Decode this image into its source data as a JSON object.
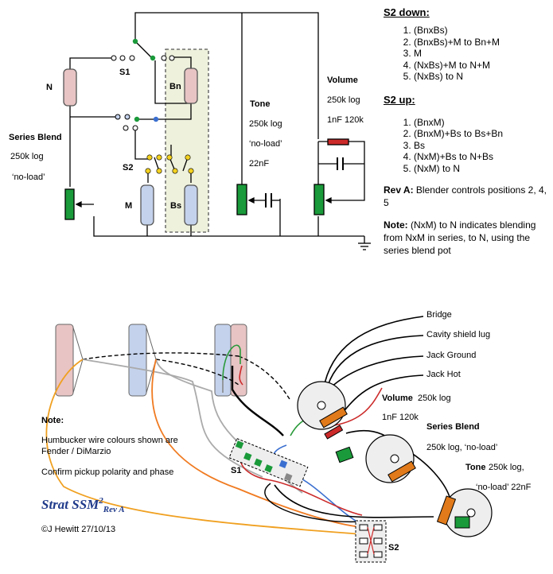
{
  "schematic": {
    "label_s1": "S1",
    "label_s2": "S2",
    "label_n": "N",
    "label_bn": "Bn",
    "label_m": "M",
    "label_bs": "Bs",
    "series_blend": {
      "title": "Series Blend",
      "line1": "250k log",
      "line2": "‘no-load’"
    },
    "tone": {
      "title": "Tone",
      "line1": "250k log",
      "line2": "‘no-load’",
      "line3": "22nF"
    },
    "volume": {
      "title": "Volume",
      "line1": "250k log",
      "line2": "1nF 120k"
    }
  },
  "side_panel": {
    "s2_down": {
      "heading": "S2 down:",
      "items": [
        "(BnxBs)",
        "(BnxBs)+M to Bn+M",
        "M",
        "(NxBs)+M to N+M",
        "(NxBs) to N"
      ]
    },
    "s2_up": {
      "heading": "S2 up:",
      "items": [
        "(BnxM)",
        "(BnxM)+Bs to Bs+Bn",
        "Bs",
        "(NxM)+Bs to N+Bs",
        "(NxM) to N"
      ]
    },
    "rev_a": {
      "label": "Rev A:",
      "text": "Blender controls positions 2, 4, 5"
    },
    "note": {
      "label": "Note:",
      "text": "(NxM) to N indicates blending from NxM in series, to N, using the series blend pot"
    }
  },
  "wiring": {
    "bridge": "Bridge",
    "cavity": "Cavity shield lug",
    "jack_ground": "Jack Ground",
    "jack_hot": "Jack Hot",
    "volume_title": "Volume",
    "volume_spec": "250k log",
    "volume_cap": "1nF 120k",
    "blend_title": "Series Blend",
    "blend_spec": "250k log, ‘no-load’",
    "tone_title": "Tone",
    "tone_spec": "250k log,",
    "tone_spec2": "‘no-load’ 22nF",
    "s1": "S1",
    "s2": "S2"
  },
  "notes": {
    "heading": "Note:",
    "line1": "Humbucker wire colours shown are",
    "line2": "Fender / DiMarzio",
    "line3": "Confirm pickup polarity and phase"
  },
  "title": {
    "main": "Strat SSM",
    "sup": "2",
    "sub": "Rev A"
  },
  "credit": "©J Hewitt 27/10/13",
  "colors": {
    "pickup_red": "#e8c4c4",
    "pickup_blue": "#c4d2ec",
    "pot_green": "#1a9a3a",
    "hb_panel": "#eef1dc",
    "pot_lug": "#e07a1a"
  }
}
